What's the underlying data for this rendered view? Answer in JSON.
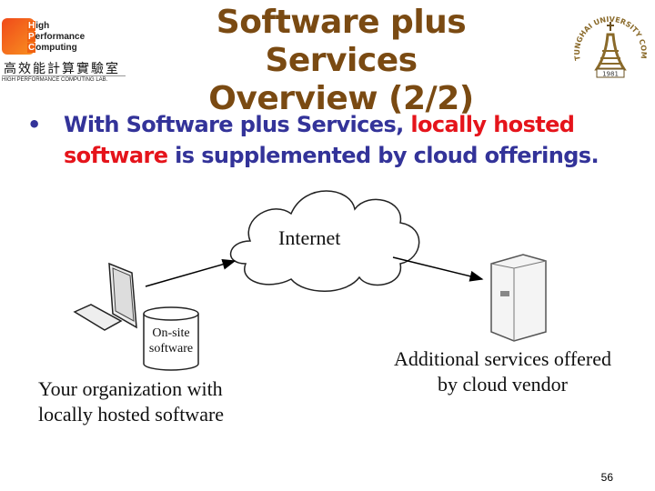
{
  "logo": {
    "h": "H",
    "igh": "igh",
    "p": "P",
    "erformance": "erformance",
    "c": "C",
    "omputing": "omputing",
    "chinese": "高效能計算實驗室",
    "english": "HIGH PERFORMANCE COMPUTING LAB."
  },
  "title": {
    "line1": "Software plus Services",
    "line2": "Overview (2/2)"
  },
  "seal": {
    "text": "TUNGHAI UNIVERSITY COMPUTER SCIENCE DEPARTMENT",
    "year": "1981"
  },
  "bullet": {
    "part1": "With Software plus Services, ",
    "highlight": "locally hosted software",
    "part2": " is supplemented by cloud offerings."
  },
  "diagram": {
    "cloud_label": "Internet",
    "db_label_1": "On-site",
    "db_label_2": "software",
    "org_label_1": "Your organization with",
    "org_label_2": "locally hosted software",
    "vendor_label_1": "Additional services offered",
    "vendor_label_2": "by cloud vendor"
  },
  "colors": {
    "title": "#7a4a12",
    "bullet": "#333399",
    "highlight": "#e5141b"
  },
  "page_number": "56"
}
